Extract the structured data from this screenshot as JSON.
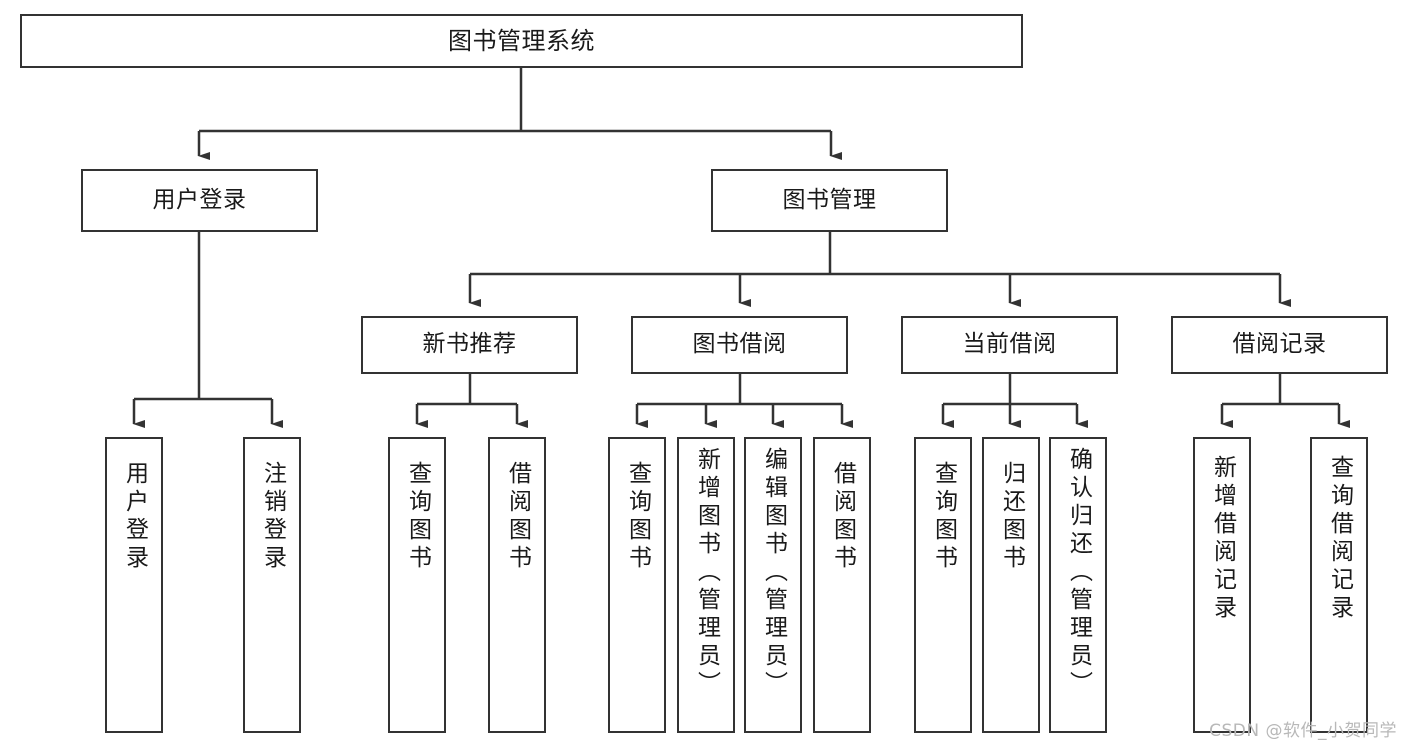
{
  "diagram": {
    "type": "hierarchy-tree",
    "title": "图书管理系统",
    "orientation": "top-down",
    "colors": {
      "box_border": "#333333",
      "box_fill": "#ffffff",
      "edge": "#333333",
      "text": "#1a1a1a",
      "watermark": "#b8b8b8"
    },
    "nodes": {
      "root": {
        "label": "图书管理系统",
        "level": 1
      },
      "l2_login": {
        "label": "用户登录",
        "level": 2
      },
      "l2_book_mgmt": {
        "label": "图书管理",
        "level": 2
      },
      "l3_new_book": {
        "label": "新书推荐",
        "level": 3
      },
      "l3_borrow": {
        "label": "图书借阅",
        "level": 3
      },
      "l3_current": {
        "label": "当前借阅",
        "level": 3
      },
      "l3_record": {
        "label": "借阅记录",
        "level": 3
      },
      "leaf_user_login": {
        "label": "用户登录",
        "level": 4
      },
      "leaf_logout": {
        "label": "注销登录",
        "level": 4
      },
      "leaf_query_book_1": {
        "label": "查询图书",
        "level": 4
      },
      "leaf_borrow_book_1": {
        "label": "借阅图书",
        "level": 4
      },
      "leaf_query_book_2": {
        "label": "查询图书",
        "level": 4
      },
      "leaf_add_book": {
        "label": "新增图书（管理员）",
        "level": 4
      },
      "leaf_edit_book": {
        "label": "编辑图书（管理员）",
        "level": 4
      },
      "leaf_borrow_book_2": {
        "label": "借阅图书",
        "level": 4
      },
      "leaf_query_book_3": {
        "label": "查询图书",
        "level": 4
      },
      "leaf_return_book": {
        "label": "归还图书",
        "level": 4
      },
      "leaf_confirm_return": {
        "label": "确认归还（管理员）",
        "level": 4
      },
      "leaf_add_record": {
        "label": "新增借阅记录",
        "level": 4
      },
      "leaf_query_record": {
        "label": "查询借阅记录",
        "level": 4
      }
    },
    "edges": [
      {
        "from": "root",
        "to": "l2_login"
      },
      {
        "from": "root",
        "to": "l2_book_mgmt"
      },
      {
        "from": "l2_login",
        "to": "leaf_user_login"
      },
      {
        "from": "l2_login",
        "to": "leaf_logout"
      },
      {
        "from": "l2_book_mgmt",
        "to": "l3_new_book"
      },
      {
        "from": "l2_book_mgmt",
        "to": "l3_borrow"
      },
      {
        "from": "l2_book_mgmt",
        "to": "l3_current"
      },
      {
        "from": "l2_book_mgmt",
        "to": "l3_record"
      },
      {
        "from": "l3_new_book",
        "to": "leaf_query_book_1"
      },
      {
        "from": "l3_new_book",
        "to": "leaf_borrow_book_1"
      },
      {
        "from": "l3_borrow",
        "to": "leaf_query_book_2"
      },
      {
        "from": "l3_borrow",
        "to": "leaf_add_book"
      },
      {
        "from": "l3_borrow",
        "to": "leaf_edit_book"
      },
      {
        "from": "l3_borrow",
        "to": "leaf_borrow_book_2"
      },
      {
        "from": "l3_current",
        "to": "leaf_query_book_3"
      },
      {
        "from": "l3_current",
        "to": "leaf_return_book"
      },
      {
        "from": "l3_current",
        "to": "leaf_confirm_return"
      },
      {
        "from": "l3_record",
        "to": "leaf_add_record"
      },
      {
        "from": "l3_record",
        "to": "leaf_query_record"
      }
    ]
  },
  "watermark": {
    "text": "CSDN @软件_小贺同学"
  }
}
